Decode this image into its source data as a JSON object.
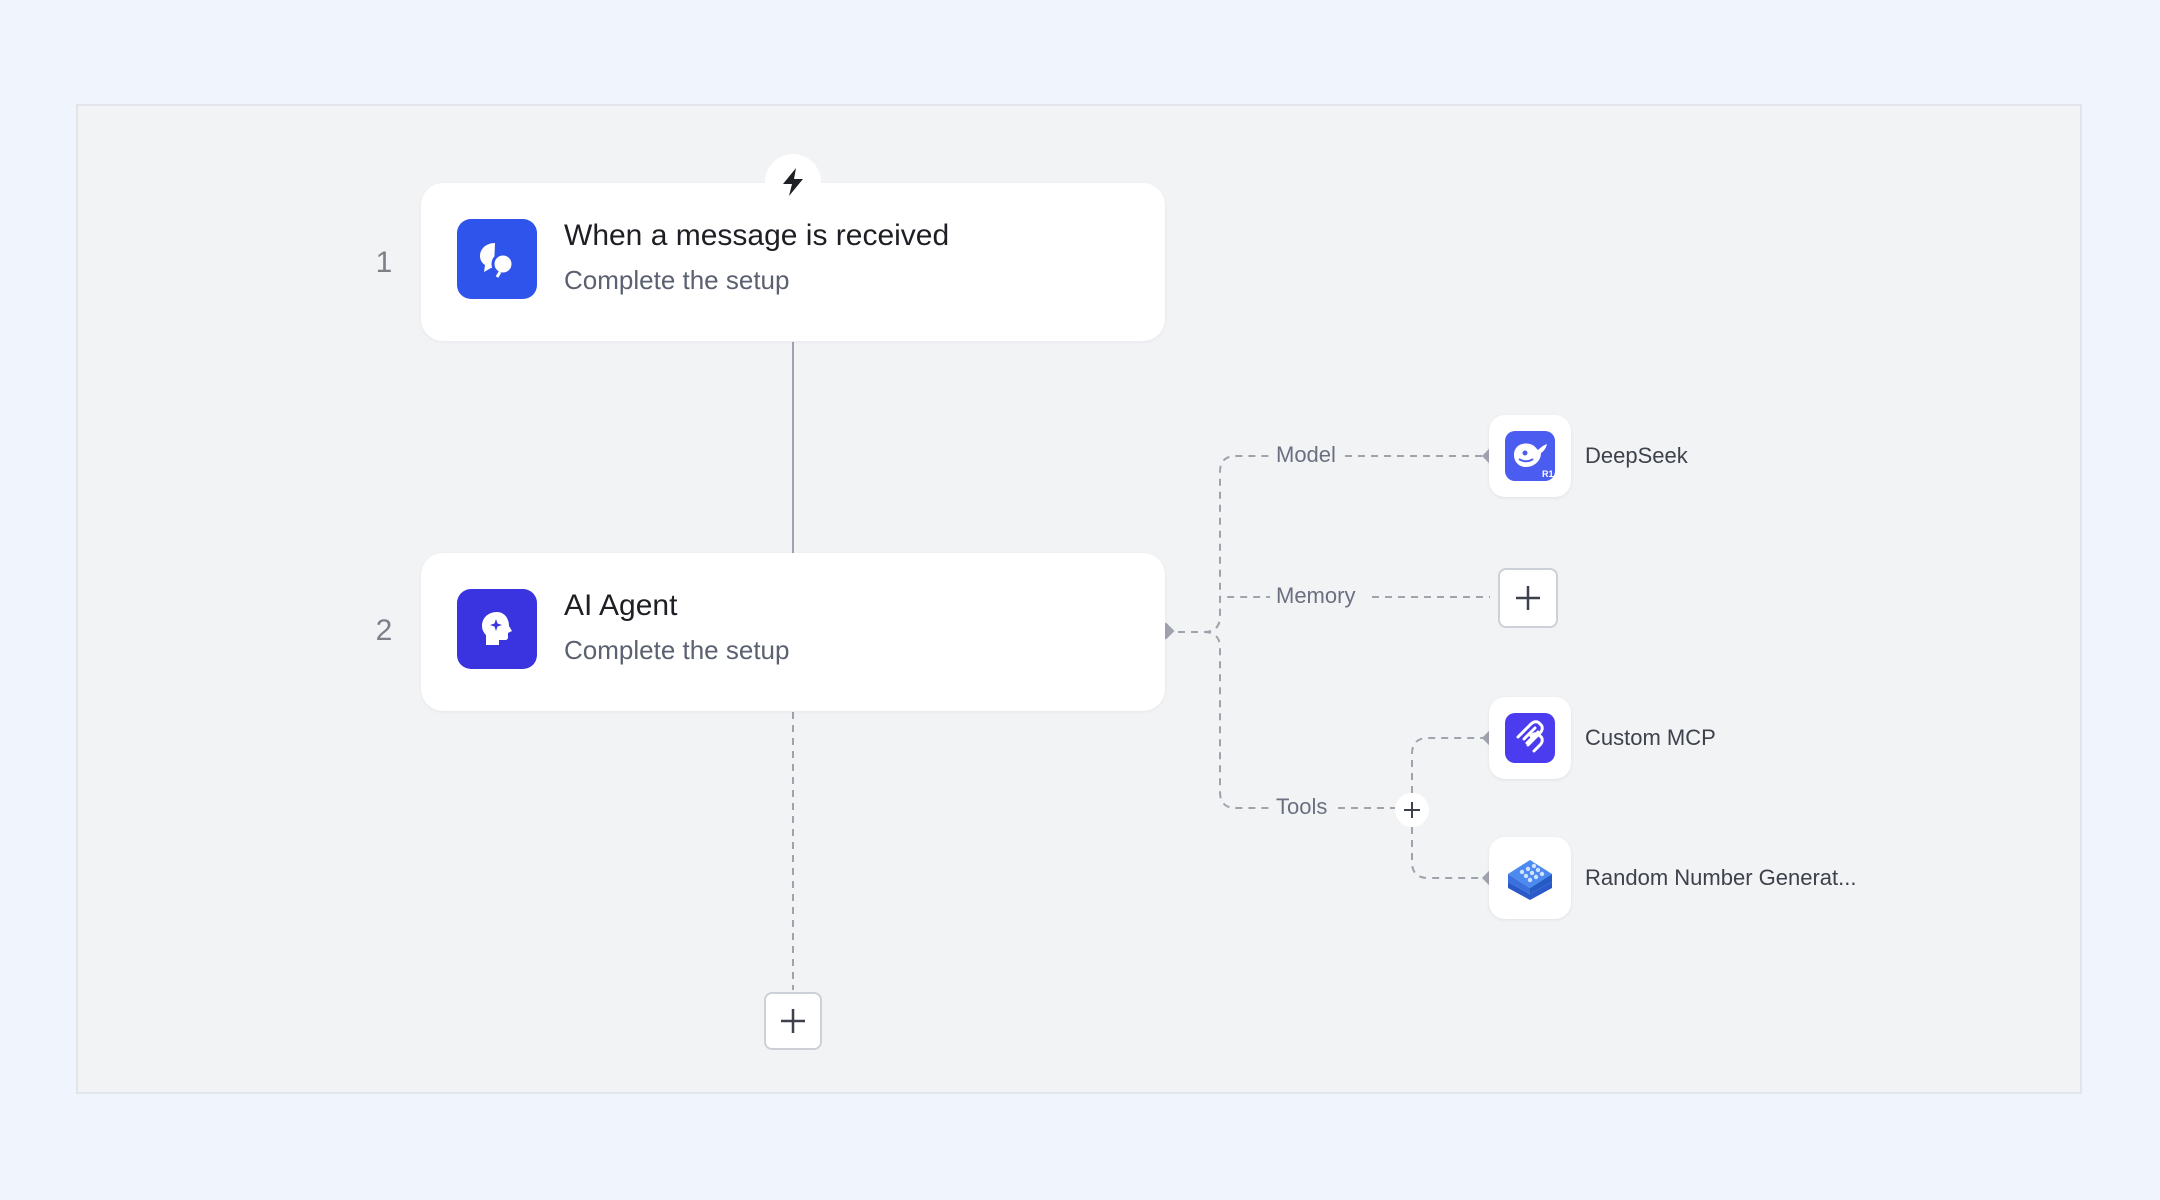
{
  "workflow": {
    "steps": [
      {
        "number": "1",
        "title": "When a message is received",
        "subtitle": "Complete the setup",
        "icon": "chat-bubbles-icon",
        "trigger_icon": "lightning-bolt-icon"
      },
      {
        "number": "2",
        "title": "AI Agent",
        "subtitle": "Complete the setup",
        "icon": "agent-head-icon"
      }
    ],
    "branches": {
      "model": {
        "label": "Model",
        "tool": "DeepSeek",
        "icon": "deepseek-whale-icon"
      },
      "memory": {
        "label": "Memory"
      },
      "tools": {
        "label": "Tools",
        "items": [
          {
            "label": "Custom MCP",
            "icon": "mcp-icon"
          },
          {
            "label": "Random Number Generat...",
            "icon": "dice-grid-icon"
          }
        ]
      }
    }
  },
  "colors": {
    "page_background": "#eff4fd",
    "canvas_background": "#f2f3f5",
    "trigger_icon_bg": "#2f54eb",
    "agent_icon_bg": "#3a34e0",
    "mcp_icon_bg": "#4b3cf0",
    "connector": "#9ea3ad"
  }
}
